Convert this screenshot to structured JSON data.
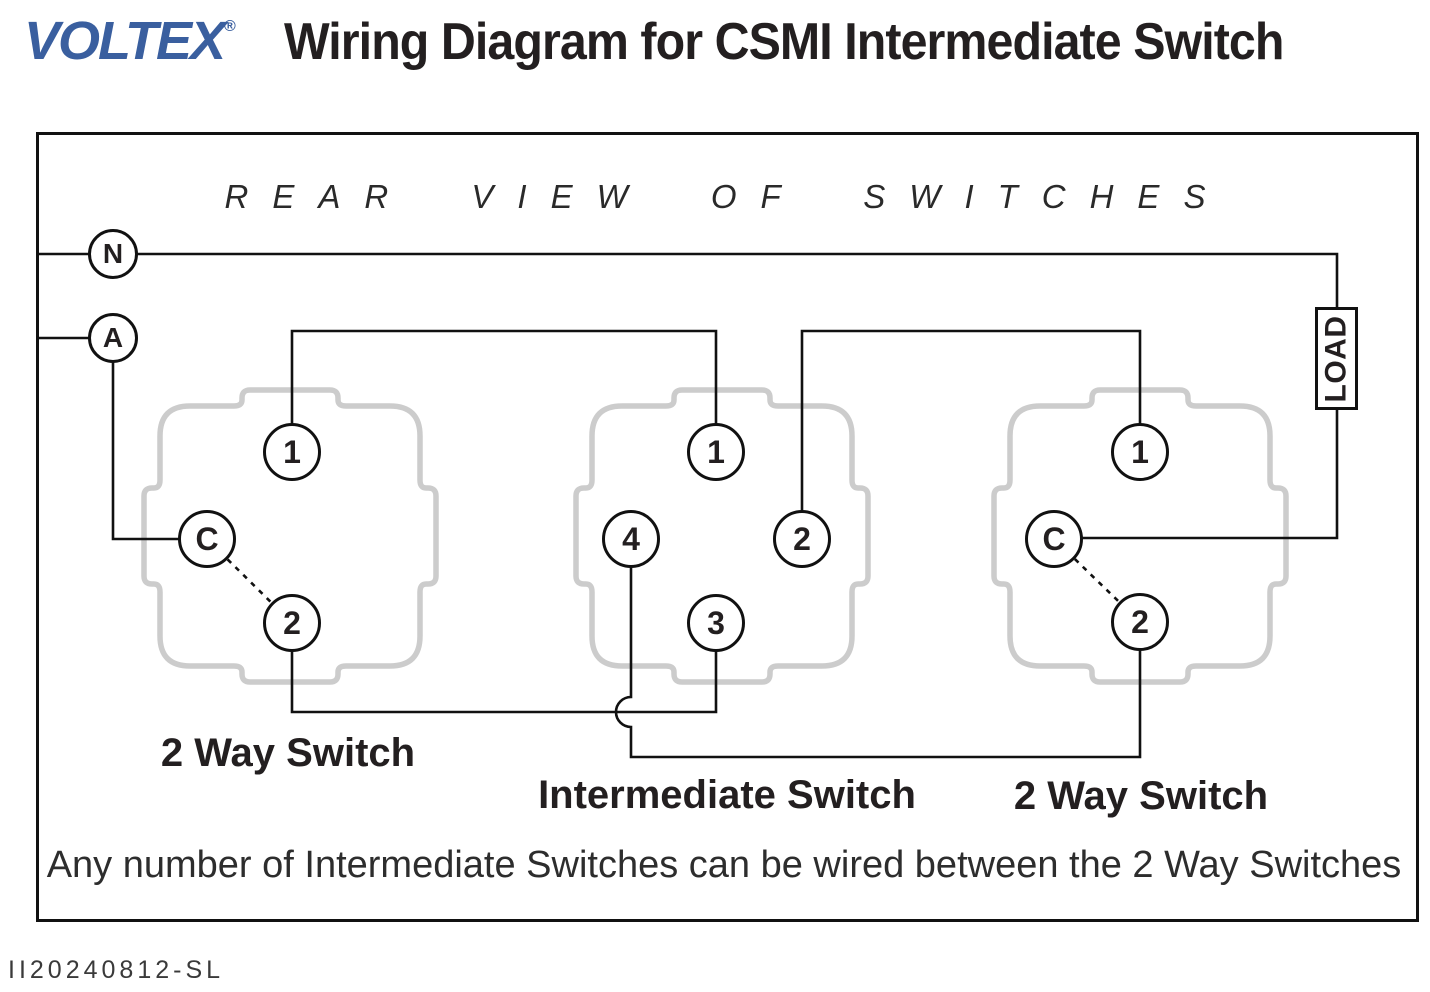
{
  "header": {
    "logo": "VOLTEX",
    "registered": "®",
    "title": "Wiring Diagram for CSMI Intermediate Switch"
  },
  "diagram": {
    "heading": "REAR VIEW OF SWITCHES",
    "source_terminals": [
      {
        "label": "N"
      },
      {
        "label": "A"
      }
    ],
    "load_label": "LOAD",
    "switches": [
      {
        "name": "2 Way Switch",
        "terminals": [
          "1",
          "C",
          "2"
        ]
      },
      {
        "name": "Intermediate Switch",
        "terminals": [
          "1",
          "4",
          "2",
          "3"
        ]
      },
      {
        "name": "2 Way Switch",
        "terminals": [
          "1",
          "C",
          "2"
        ]
      }
    ],
    "note": "Any number of Intermediate Switches can be wired between the 2 Way Switches"
  },
  "footer": {
    "code": "II20240812-SL"
  },
  "colors": {
    "logo_blue": "#3a5f9f",
    "wire_black": "#111111",
    "plate_gray": "#cccccc",
    "text_dark": "#231f20"
  }
}
